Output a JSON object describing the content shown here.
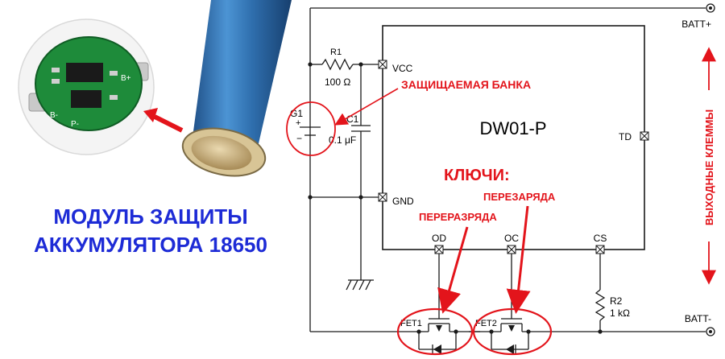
{
  "photo": {
    "board_labels": [
      "B+",
      "P-",
      "B-"
    ]
  },
  "title": {
    "line1": "МОДУЛЬ ЗАЩИТЫ",
    "line2": "АККУМУЛЯТОРА 18650"
  },
  "chip": {
    "name": "DW01-P",
    "pins": {
      "vcc": "VCC",
      "gnd": "GND",
      "td": "TD",
      "od": "OD",
      "oc": "OC",
      "cs": "CS"
    }
  },
  "components": {
    "r1_name": "R1",
    "r1_value": "100 Ω",
    "c1_name": "C1",
    "c1_value": "0.1 μF",
    "g1_name": "G1",
    "r2_name": "R2",
    "r2_value": "1 kΩ",
    "fet1_name": "FET1",
    "fet2_name": "FET2",
    "batt_pos": "BATT+",
    "batt_neg": "BATT-"
  },
  "annotations": {
    "protected_cell": "ЗАЩИЩАЕМАЯ БАНКА",
    "keys": "КЛЮЧИ:",
    "overcharge": "ПЕРЕЗАРЯДА",
    "overdischarge": "ПЕРЕРАЗРЯДА",
    "output_terminals": "ВЫХОДНЫЕ КЛЕММЫ"
  },
  "colors": {
    "annotation_red": "#e3141b",
    "title_blue": "#1d2bd6",
    "battery_blue": "#3a7fc0",
    "pcb_green": "#1e8b3a"
  }
}
